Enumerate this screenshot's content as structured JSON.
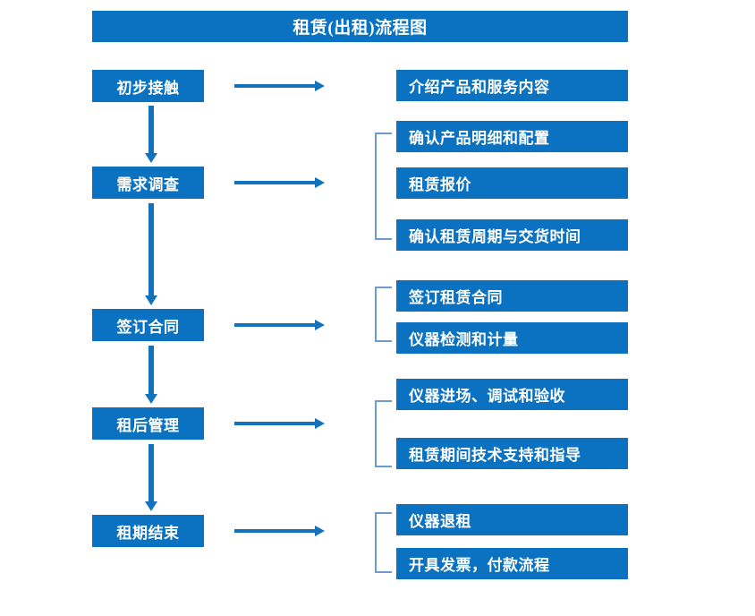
{
  "diagram": {
    "title": "租赁(出租)流程图",
    "colors": {
      "box_fill": "#0A72C0",
      "box_text": "#FFFFFF",
      "arrow": "#1272BC",
      "bracket": "#6C9BD2",
      "background": "#FFFFFF"
    },
    "stages": [
      {
        "label": "初步接触"
      },
      {
        "label": "需求调查"
      },
      {
        "label": "签订合同"
      },
      {
        "label": "租后管理"
      },
      {
        "label": "租期结束"
      }
    ],
    "details": [
      {
        "label": "介绍产品和服务内容"
      },
      {
        "label": "确认产品明细和配置"
      },
      {
        "label": "租赁报价"
      },
      {
        "label": "确认租赁周期与交货时间"
      },
      {
        "label": "签订租赁合同"
      },
      {
        "label": "仪器检测和计量"
      },
      {
        "label": "仪器进场、调试和验收"
      },
      {
        "label": "租赁期间技术支持和指导"
      },
      {
        "label": "仪器退租"
      },
      {
        "label": "开具发票，付款流程"
      }
    ],
    "arrows": {
      "horizontal_count": 5,
      "vertical_count": 4,
      "direction_horizontal": "right",
      "direction_vertical": "down"
    },
    "brackets": [
      {
        "groups_details": [
          "确认产品明细和配置",
          "租赁报价",
          "确认租赁周期与交货时间"
        ]
      },
      {
        "groups_details": [
          "签订租赁合同",
          "仪器检测和计量"
        ]
      },
      {
        "groups_details": [
          "仪器进场、调试和验收",
          "租赁期间技术支持和指导"
        ]
      },
      {
        "groups_details": [
          "仪器退租",
          "开具发票，付款流程"
        ]
      }
    ]
  }
}
